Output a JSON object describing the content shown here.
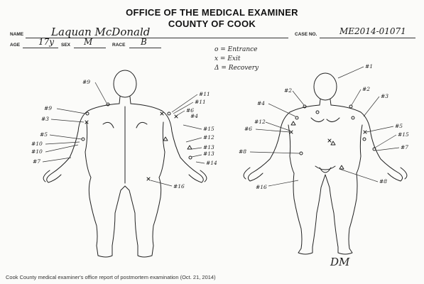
{
  "header": {
    "line1": "OFFICE OF THE MEDICAL EXAMINER",
    "line2": "COUNTY OF COOK"
  },
  "form": {
    "name_label": "NAME",
    "name_value": "Laquan McDonald",
    "case_label": "CASE NO.",
    "case_value": "ME2014-01071",
    "age_label": "AGE",
    "age_value": "17y",
    "sex_label": "SEX",
    "sex_value": "M",
    "race_label": "RACE",
    "race_value": "B"
  },
  "legend": {
    "entrance": "o = Entrance",
    "exit": "x = Exit",
    "recovery": "Δ = Recovery"
  },
  "back_labels": [
    "#9",
    "#9",
    "#3",
    "#5",
    "#10",
    "#10",
    "#7",
    "#11",
    "#11",
    "#6",
    "#4",
    "#15",
    "#12",
    "#13",
    "#13",
    "#14",
    "#16"
  ],
  "front_labels": [
    "#1",
    "#2",
    "#2",
    "#3",
    "#4",
    "#12",
    "#6",
    "#8",
    "#16",
    "#8",
    "#5",
    "#15",
    "#7"
  ],
  "signature": "DM",
  "caption": "Cook County medical examiner's office report of postmortem examination (Oct. 21, 2014)"
}
